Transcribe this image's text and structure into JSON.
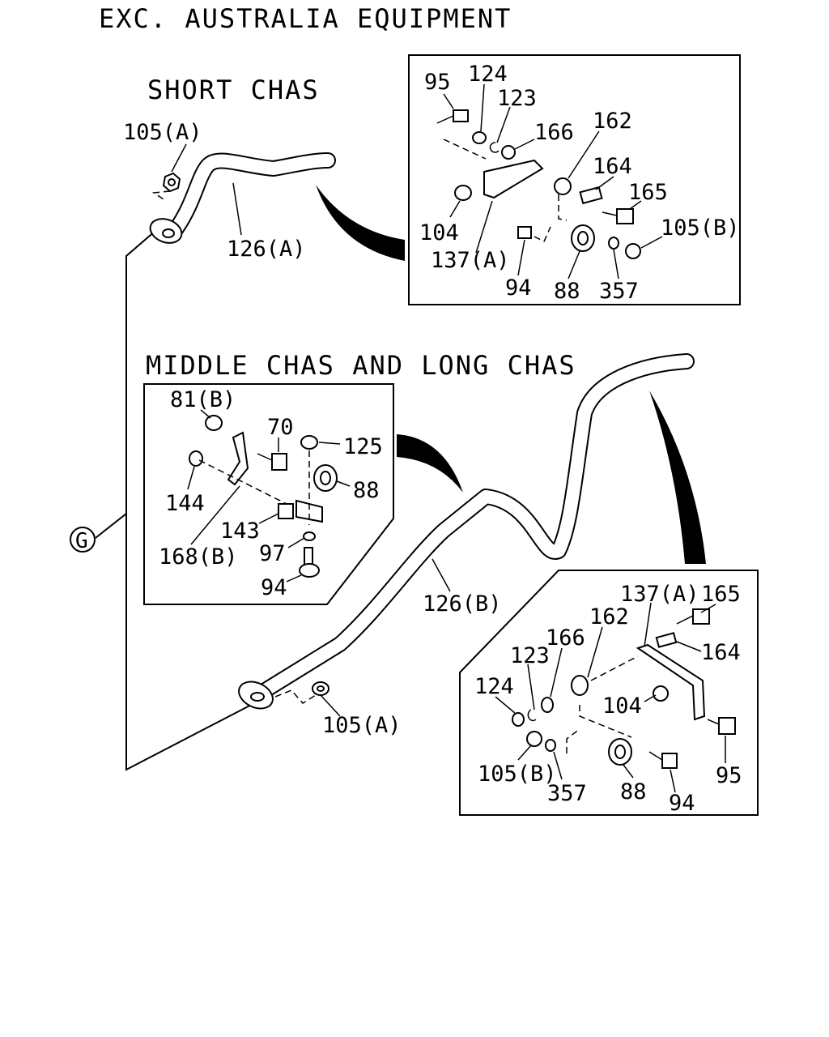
{
  "header": {
    "title": "EXC. AUSTRALIA EQUIPMENT",
    "short_chas": "SHORT CHAS",
    "middle_long_chas": "MIDDLE CHAS AND LONG CHAS"
  },
  "callout": "G",
  "short_chas": {
    "pipe_label": "126(A)",
    "nut_label": "105(A)"
  },
  "long_chas": {
    "pipe_label": "126(B)",
    "nut_label": "105(A)"
  },
  "detail_short": {
    "labels": [
      "95",
      "124",
      "123",
      "166",
      "162",
      "164",
      "165",
      "104",
      "105(B)",
      "137(A)",
      "94",
      "88",
      "357"
    ]
  },
  "detail_middle": {
    "labels": [
      "81(B)",
      "70",
      "125",
      "88",
      "144",
      "143",
      "168(B)",
      "97",
      "94"
    ]
  },
  "detail_long": {
    "labels": [
      "137(A)",
      "165",
      "162",
      "166",
      "164",
      "123",
      "124",
      "104",
      "105(B)",
      "357",
      "88",
      "94",
      "95"
    ]
  }
}
